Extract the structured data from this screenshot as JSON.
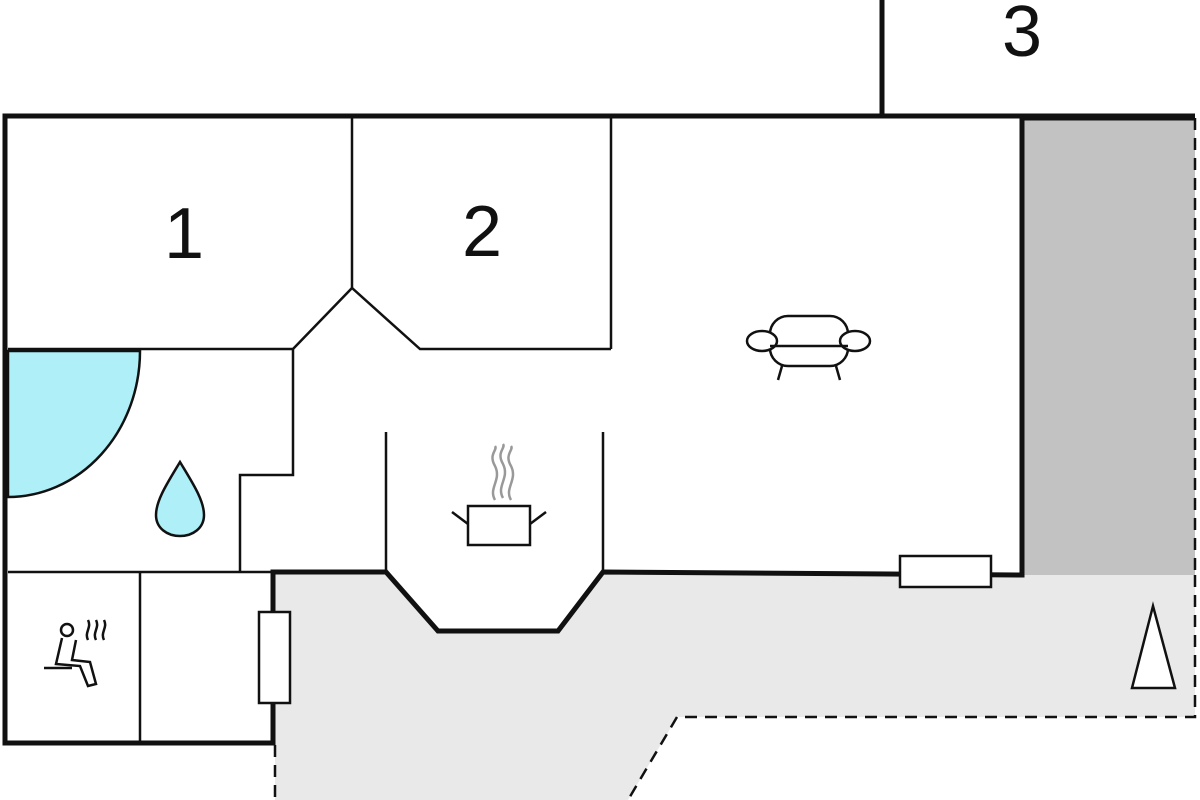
{
  "floorplan": {
    "rooms": [
      {
        "id": "bedroom-1",
        "label": "1"
      },
      {
        "id": "bedroom-2",
        "label": "2"
      },
      {
        "id": "bedroom-3",
        "label": "3"
      }
    ],
    "icons": [
      "shower-drop-icon",
      "cooking-pot-icon",
      "sofa-icon",
      "sauna-icon",
      "north-arrow-icon"
    ],
    "colors": {
      "wall": "#111111",
      "water": "#aeeff8",
      "terrace": "#e9e9e9",
      "carport": "#c2c2c2",
      "background": "#ffffff"
    }
  }
}
